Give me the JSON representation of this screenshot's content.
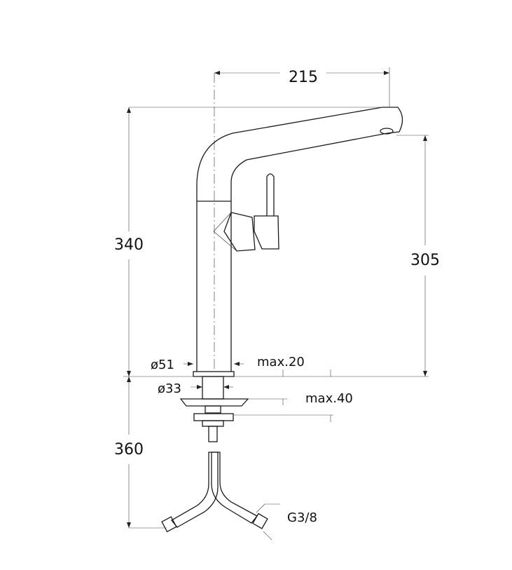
{
  "dimensions": {
    "spout_reach": "215",
    "total_height": "340",
    "spout_height": "305",
    "below_height": "360",
    "base_diameter": "ø51",
    "shank_diameter": "ø33",
    "max_deck_top": "max.20",
    "max_deck_bottom": "max.40",
    "hose_thread": "G3/8"
  }
}
